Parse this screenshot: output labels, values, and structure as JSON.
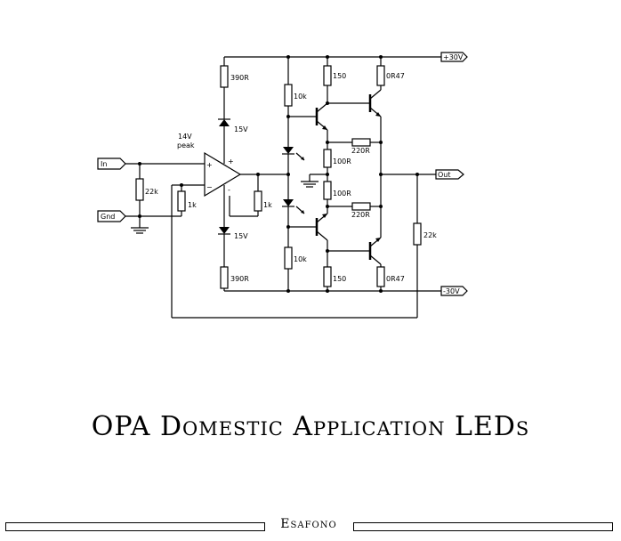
{
  "title": "OPA Domestic Application LEDs",
  "brand": "Esafono",
  "schematic": {
    "ports": {
      "in": "In",
      "gnd": "Gnd",
      "out": "Out",
      "vplus": "+30V",
      "vminus": "-30V"
    },
    "opamp_note_line1": "14V",
    "opamp_note_line2": "peak",
    "opamp_plus": "+",
    "opamp_minus": "-",
    "components": {
      "r_input": "22k",
      "r_inv": "1k",
      "r_fb_small": "1k",
      "r_390_top": "390R",
      "r_390_bot": "390R",
      "zener_top": "15V",
      "zener_bot": "15V",
      "r_10k_top": "10k",
      "r_10k_bot": "10k",
      "r_150_top": "150",
      "r_150_bot": "150",
      "r_220_top": "220R",
      "r_220_bot": "220R",
      "r_100_top": "100R",
      "r_100_bot": "100R",
      "r_047_top": "0R47",
      "r_047_bot": "0R47",
      "r_feedback": "22k"
    }
  }
}
